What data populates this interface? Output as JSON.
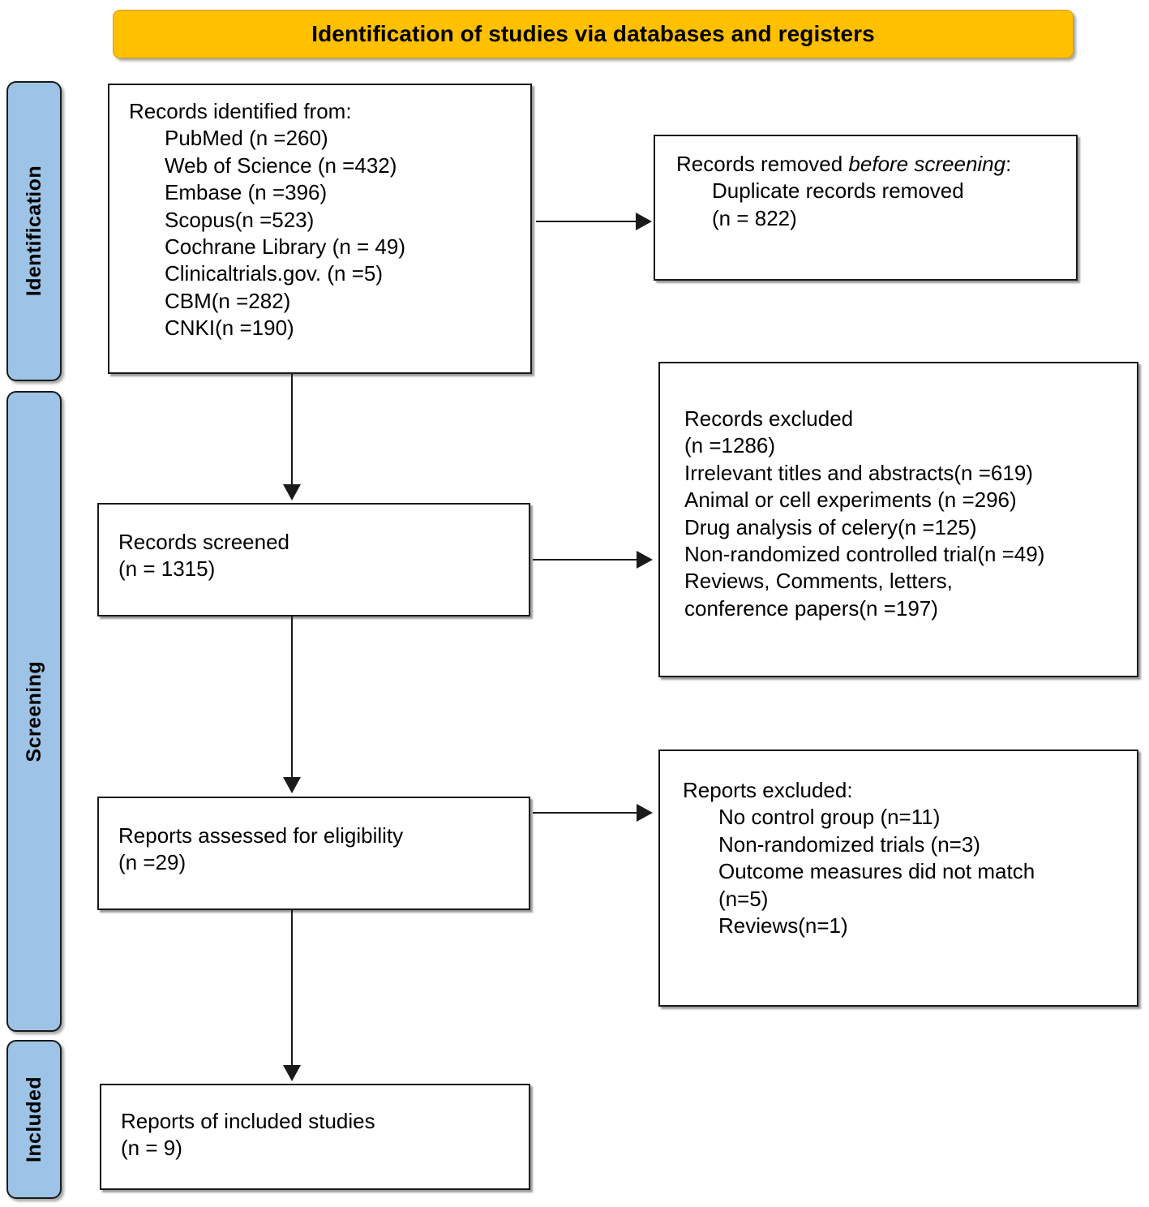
{
  "banner": {
    "title": "Identification of studies via databases and registers"
  },
  "phases": [
    {
      "id": "identification",
      "label": "Identification"
    },
    {
      "id": "screening",
      "label": "Screening"
    },
    {
      "id": "included",
      "label": "Included"
    }
  ],
  "boxes": {
    "identified": {
      "name": "records-identified-box",
      "heading": "Records identified from:",
      "sources": [
        {
          "label": "PubMed (n =260)",
          "source": "PubMed",
          "n": 260
        },
        {
          "label": "Web of Science (n =432)",
          "source": "Web of Science",
          "n": 432
        },
        {
          "label": "Embase (n =396)",
          "source": "Embase",
          "n": 396
        },
        {
          "label": "Scopus(n =523)",
          "source": "Scopus",
          "n": 523
        },
        {
          "label": "Cochrane Library (n = 49)",
          "source": "Cochrane Library",
          "n": 49
        },
        {
          "label": "Clinicaltrials.gov. (n =5)",
          "source": "Clinicaltrials.gov.",
          "n": 5
        },
        {
          "label": "CBM(n =282)",
          "source": "CBM",
          "n": 282
        },
        {
          "label": "CNKI(n =190)",
          "source": "CNKI",
          "n": 190
        }
      ]
    },
    "removed": {
      "name": "records-removed-box",
      "heading_part1": "Records removed ",
      "heading_italic": "before screening",
      "heading_colon": ":",
      "item": "Duplicate records removed",
      "count": "(n = 822)"
    },
    "screened": {
      "name": "records-screened-box",
      "line1": "Records screened",
      "line2": "(n = 1315)"
    },
    "records_excluded": {
      "name": "records-excluded-box",
      "line1": "Records excluded",
      "line2": "(n =1286)",
      "reasons": [
        "Irrelevant titles and abstracts(n =619)",
        "Animal or cell experiments (n =296)",
        "Drug analysis of celery(n =125)",
        "Non-randomized controlled trial(n =49)",
        "Reviews, Comments, letters,",
        "conference papers(n =197)"
      ]
    },
    "eligibility": {
      "name": "reports-assessed-box",
      "line1": "Reports assessed for eligibility",
      "line2": "(n =29)"
    },
    "reports_excluded": {
      "name": "reports-excluded-box",
      "heading": "Reports excluded:",
      "reasons": [
        "No control group (n=11)",
        "Non-randomized trials (n=3)",
        "Outcome measures did not match",
        "(n=5)",
        "Reviews(n=1)"
      ]
    },
    "included": {
      "name": "reports-included-box",
      "line1": "Reports of included studies",
      "line2": "(n = 9)"
    }
  },
  "colors": {
    "banner": "#FFC000",
    "phase_tab": "#9DC3E6",
    "box_border": "#1a1a1a",
    "box_fill": "#FFFFFF",
    "connector": "#1a1a1a"
  }
}
